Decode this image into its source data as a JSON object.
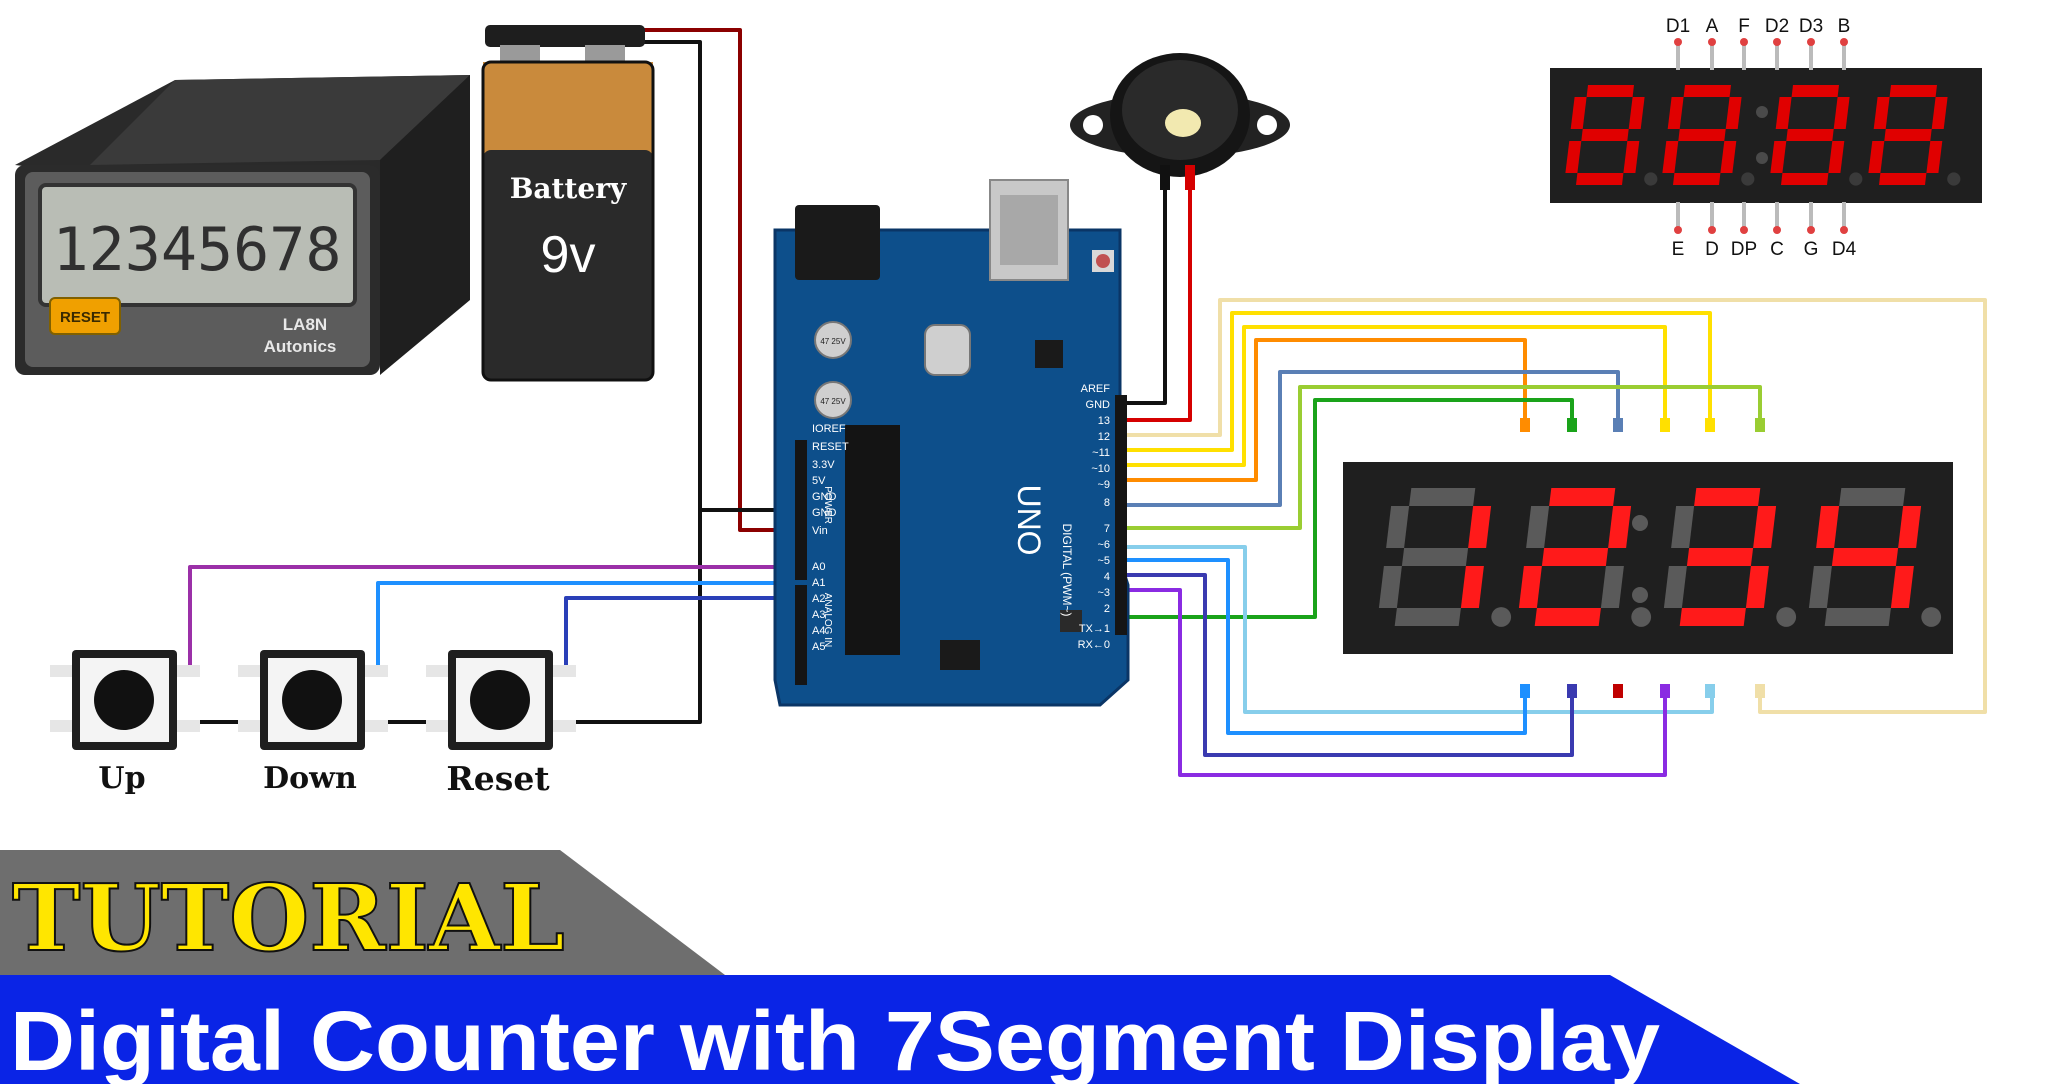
{
  "counter_device": {
    "reading": "12345678",
    "reset_label": "RESET",
    "model": "LA8N",
    "brand": "Autonics"
  },
  "battery": {
    "label": "Battery",
    "voltage": "9v"
  },
  "buttons": [
    {
      "label": "Up"
    },
    {
      "label": "Down"
    },
    {
      "label": "Reset"
    }
  ],
  "arduino": {
    "board_name": "UNO",
    "digital_label": "DIGITAL (PWM~)",
    "power_label": "POWER",
    "analog_label": "ANALOG IN",
    "power_pins": [
      "IOREF",
      "RESET",
      "3.3V",
      "5V",
      "GND",
      "GND",
      "Vin"
    ],
    "analog_pins": [
      "A0",
      "A1",
      "A2",
      "A3",
      "A4",
      "A5"
    ],
    "digital_pins": [
      "AREF",
      "GND",
      "13",
      "12",
      "~11",
      "~10",
      "~9",
      "8",
      "7",
      "~6",
      "~5",
      "4",
      "~3",
      "2",
      "TX→1",
      "RX←0"
    ],
    "cap_label": "47 25V"
  },
  "pinout_display": {
    "top_pins": [
      "D1",
      "A",
      "F",
      "D2",
      "D3",
      "B"
    ],
    "bottom_pins": [
      "E",
      "D",
      "DP",
      "C",
      "G",
      "D4"
    ],
    "digits": "8888"
  },
  "main_display": {
    "digits": "1234",
    "segment_color": "#ff1a1a",
    "off_color": "#5a5a5a"
  },
  "banner": {
    "tag": "TUTORIAL",
    "title": "Digital Counter with 7Segment Display",
    "tag_color": "#ffe600",
    "title_bg": "#0a24e6"
  },
  "colors": {
    "red": "#d50000",
    "dark_red": "#8b0000",
    "black": "#111111",
    "purple": "#9b30a8",
    "blue": "#1e90ff",
    "navy": "#2a3fb8",
    "yellow": "#ffe000",
    "orange": "#ff8c00",
    "steel": "#5a7fb5",
    "lime": "#9acd32",
    "green": "#1aa31a",
    "sky": "#87ceeb",
    "indigo": "#3a3ab0",
    "violet": "#8a2be2",
    "cream": "#f0dfa8"
  }
}
